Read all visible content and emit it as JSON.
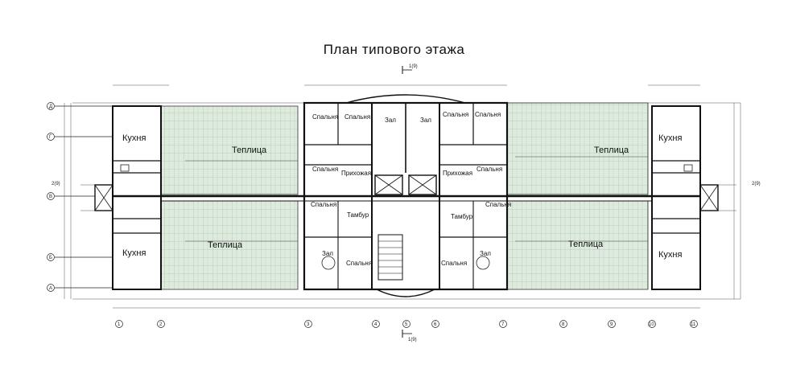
{
  "title": "План типового этажа",
  "section_mark": "1(9)",
  "side_mark": "2(9)",
  "rooms": {
    "kitchen": "Кухня",
    "greenhouse": "Теплица",
    "bedroom": "Спальня",
    "hall": "Зал",
    "vestibule": "Тамбур",
    "anteroom": "Прихожая"
  },
  "axes_vertical": [
    "1",
    "2",
    "3",
    "4",
    "5",
    "6",
    "7",
    "8",
    "9",
    "10",
    "11"
  ],
  "axes_horizontal": [
    "Д",
    "Г",
    "В",
    "Б",
    "А"
  ],
  "colors": {
    "line": "#222222",
    "greenhouse_fill": "#dfeadf",
    "greenhouse_grid": "#9ab89a"
  }
}
